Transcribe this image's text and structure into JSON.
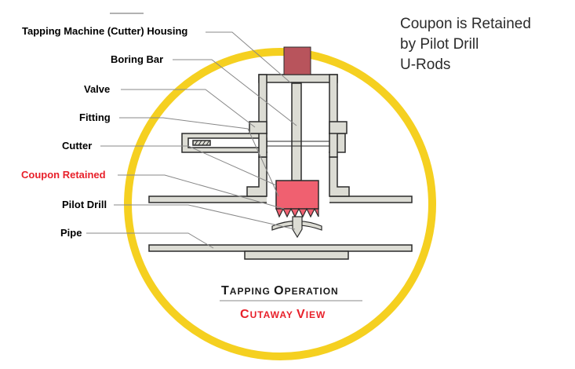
{
  "caption": {
    "line1": "Coupon is Retained",
    "line2": "by Pilot Drill",
    "line3": "U-Rods"
  },
  "labels": [
    {
      "id": "housing",
      "text": "Tapping Machine (Cutter) Housing"
    },
    {
      "id": "boring-bar",
      "text": "Boring Bar"
    },
    {
      "id": "valve",
      "text": "Valve"
    },
    {
      "id": "fitting",
      "text": "Fitting"
    },
    {
      "id": "cutter",
      "text": "Cutter"
    },
    {
      "id": "coupon",
      "text": "Coupon Retained"
    },
    {
      "id": "pilot-drill",
      "text": "Pilot Drill"
    },
    {
      "id": "pipe",
      "text": "Pipe"
    }
  ],
  "title": {
    "line1_cap": "T",
    "line1_rest": "APPING ",
    "line1_cap2": "O",
    "line1_rest2": "PERATION",
    "line2_cap": "C",
    "line2_rest": "UTAWAY ",
    "line2_cap2": "V",
    "line2_rest2": "IEW"
  },
  "colors": {
    "ring": "#f5d020",
    "red_label": "#e8202a",
    "housing_top": "#b8545c",
    "coupon": "#f06070",
    "metal": "#dcdcd4",
    "outline": "#2b2b2b"
  }
}
